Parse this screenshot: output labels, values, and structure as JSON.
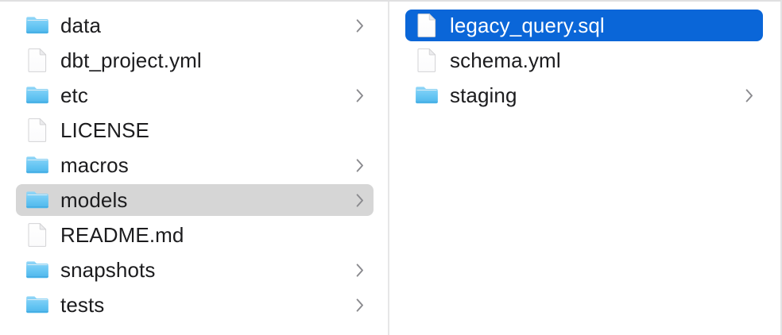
{
  "window": {
    "title": "Finder Column View",
    "view_mode": "column"
  },
  "theme": {
    "background": "#ffffff",
    "selection_blue": "#0a66d8",
    "selection_gray": "#d6d6d6",
    "text_primary": "#1c1c1e",
    "text_selected": "#ffffff",
    "divider": "#e6e6e7",
    "chevron": "#8a8a8e",
    "folder_blue": "#5ac3f5",
    "folder_blue_dark": "#3aa8e8",
    "file_white": "#ffffff",
    "file_outline": "#d3d3d5"
  },
  "columns": [
    {
      "name": "parent-column",
      "items": [
        {
          "label": "data",
          "kind": "folder",
          "icon": "folder-icon",
          "chevron": true,
          "selected": false
        },
        {
          "label": "dbt_project.yml",
          "kind": "file",
          "icon": "document-icon",
          "chevron": false,
          "selected": false
        },
        {
          "label": "etc",
          "kind": "folder",
          "icon": "folder-icon",
          "chevron": true,
          "selected": false
        },
        {
          "label": "LICENSE",
          "kind": "file",
          "icon": "document-icon",
          "chevron": false,
          "selected": false
        },
        {
          "label": "macros",
          "kind": "folder",
          "icon": "folder-icon",
          "chevron": true,
          "selected": false
        },
        {
          "label": "models",
          "kind": "folder",
          "icon": "folder-icon",
          "chevron": true,
          "selected": true
        },
        {
          "label": "README.md",
          "kind": "file",
          "icon": "document-icon",
          "chevron": false,
          "selected": false
        },
        {
          "label": "snapshots",
          "kind": "folder",
          "icon": "folder-icon",
          "chevron": true,
          "selected": false
        },
        {
          "label": "tests",
          "kind": "folder",
          "icon": "folder-icon",
          "chevron": true,
          "selected": false
        }
      ]
    },
    {
      "name": "child-column",
      "items": [
        {
          "label": "legacy_query.sql",
          "kind": "file",
          "icon": "document-icon",
          "chevron": false,
          "selected": true
        },
        {
          "label": "schema.yml",
          "kind": "file",
          "icon": "document-icon",
          "chevron": false,
          "selected": false
        },
        {
          "label": "staging",
          "kind": "folder",
          "icon": "folder-icon",
          "chevron": true,
          "selected": false
        }
      ]
    }
  ]
}
